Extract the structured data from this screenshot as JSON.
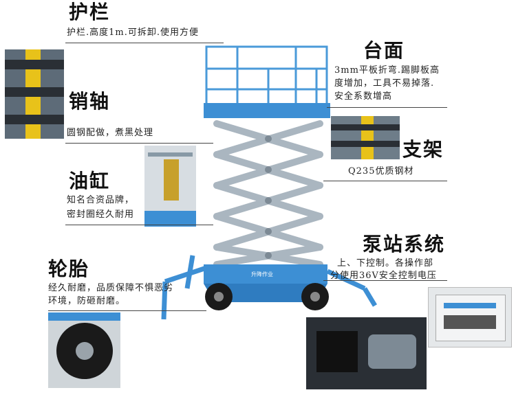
{
  "sections": {
    "guardrail": {
      "title": "护栏",
      "desc": [
        "护栏.高度1m.可拆卸.使用方便"
      ]
    },
    "platform": {
      "title": "台面",
      "desc": [
        "3mm平板折弯.踢脚板高",
        "度增加，工具不易掉落.",
        "安全系数增高"
      ]
    },
    "pin": {
      "title": "销轴",
      "desc": [
        "圆钢配做，煮黑处理"
      ]
    },
    "frame": {
      "title": "支架",
      "desc": [
        "Q235优质钢材"
      ]
    },
    "cylinder": {
      "title": "油缸",
      "desc": [
        "知名合资品牌，",
        "密封圈经久耐用"
      ]
    },
    "pump": {
      "title": "泵站系统",
      "desc": [
        "上、下控制。各操作部",
        "分使用36V安全控制电压"
      ]
    },
    "tire": {
      "title": "轮胎",
      "desc": [
        "经久耐磨，品质保障不惧恶劣",
        "环境，防砸耐磨。"
      ]
    }
  },
  "machine_label": "升降作业",
  "colors": {
    "blue": "#3d8fd4",
    "steel": "#b8c3cc",
    "yellow": "#e8c21a",
    "dark": "#1a1a1a"
  }
}
